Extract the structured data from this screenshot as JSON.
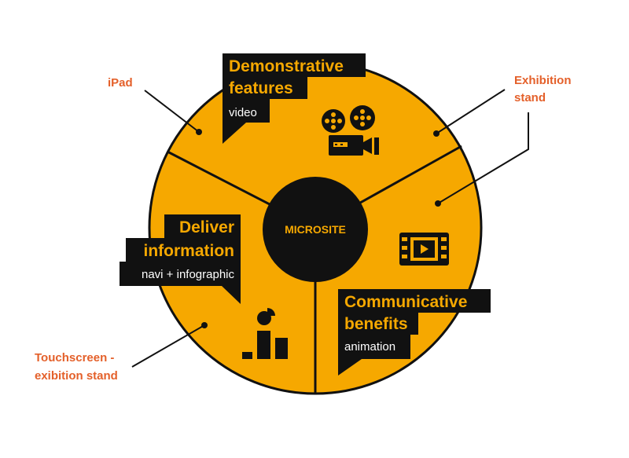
{
  "colors": {
    "orange": "#f6a800",
    "black": "#111111",
    "label": "#e4602a",
    "white": "#ffffff"
  },
  "center": {
    "label": "MICROSITE"
  },
  "segments": {
    "top": {
      "title_line1": "Demonstrative",
      "title_line2": "features",
      "sub": "video",
      "icon": "film-projector-icon"
    },
    "left": {
      "title_line1": "Deliver",
      "title_line2": "information",
      "sub": "navi + infographic",
      "icon": "infographic-chart-icon"
    },
    "right": {
      "title_line1": "Communicative",
      "title_line2": "benefits",
      "sub": "animation",
      "icon": "film-strip-icon"
    }
  },
  "external_labels": {
    "ipad": "iPad",
    "exhibition_line1": "Exhibition",
    "exhibition_line2": "stand",
    "touch_line1": "Touchscreen -",
    "touch_line2": "exibition stand"
  }
}
